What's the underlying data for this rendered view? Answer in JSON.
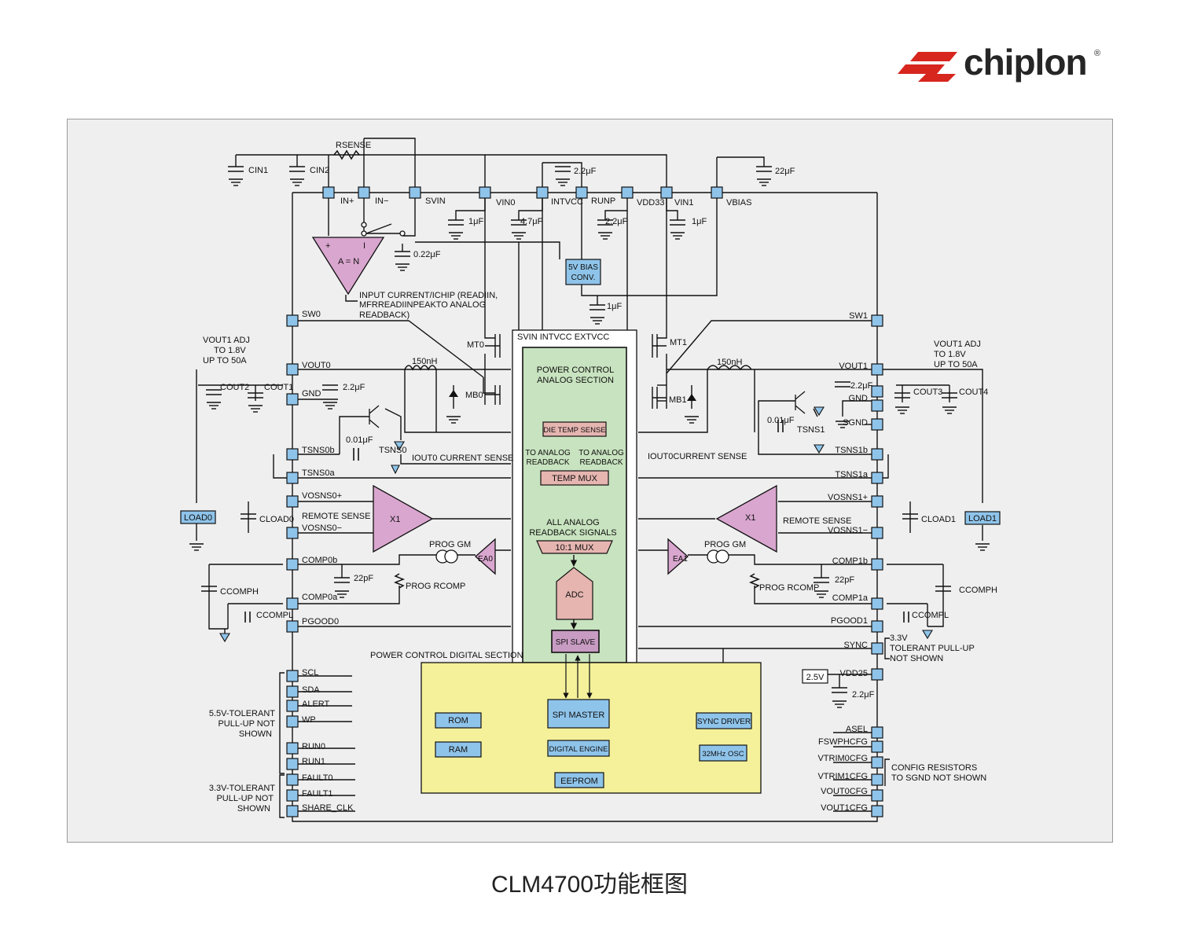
{
  "brand": {
    "name": "chiplon",
    "reg_mark": "®",
    "colors": {
      "red": "#d7261e",
      "dark": "#262626"
    }
  },
  "caption": "CLM4700功能框图",
  "diagram": {
    "colors": {
      "rail": "#111111",
      "pin": "#8fc4ea",
      "opamp": "#d9a6cf",
      "green_section": "#c8e3bf",
      "digital_section": "#f5f19a",
      "pink_box": "#e6b5b0",
      "purple_box": "#c79bc2",
      "blue_box": "#8fc4ea"
    },
    "top_pins": [
      "IN+",
      "IN−",
      "SVIN",
      "VIN0",
      "INTVCC",
      "RUNP",
      "VDD33",
      "VIN1",
      "VBIAS"
    ],
    "left_pins": [
      "SW0",
      "VOUT0",
      "GND",
      "TSNS0b",
      "TSNS0a",
      "VOSNS0+",
      "VOSNS0−",
      "COMP0b",
      "COMP0a",
      "PGOOD0",
      "SCL",
      "SDA",
      "ALERT",
      "WP",
      "RUN0",
      "RUN1",
      "FAULT0",
      "FAULT1",
      "SHARE_CLK"
    ],
    "right_pins": [
      "SW1",
      "VOUT1",
      "GND",
      "SGND",
      "TSNS1b",
      "TSNS1a",
      "VOSNS1+",
      "VOSNS1−",
      "COMP1b",
      "COMP1a",
      "PGOOD1",
      "SYNC",
      "VDD25",
      "ASEL",
      "FSWPHCFG",
      "VTRIM0CFG",
      "VTRIM1CFG",
      "VOUT0CFG",
      "VOUT1CFG"
    ],
    "components": {
      "cin1": "CIN1",
      "cin2": "CIN2",
      "rsense": "RSENSE",
      "c_2p2_top": "2.2μF",
      "c_22_top": "22μF",
      "c_1u_vin0": "1μF",
      "c_4p7": "4.7μF",
      "c_2p2_runp": "2.2μF",
      "c_1u_vin1": "1μF",
      "c_022": "0.22μF",
      "c_1u_bias": "1μF",
      "amp_gain": "A = N",
      "amp_plus": "+",
      "amp_i": "I",
      "bias_conv_l1": "5V BIAS",
      "bias_conv_l2": "CONV.",
      "readback_note_l1": "INPUT CURRENT/ICHIP (READIIN,",
      "readback_note_l2": "MFRREADIINPEAKTO ANALOG",
      "readback_note_l3": "READBACK)",
      "mt0": "MT0",
      "mb0": "MB0",
      "mt1": "MT1",
      "mb1": "MB1",
      "ind0": "150nH",
      "ind1": "150nH",
      "vout_left_l1": "VOUT1 ADJ",
      "vout_left_l2": "TO 1.8V",
      "vout_left_l3": "UP TO 50A",
      "vout_right_l1": "VOUT1 ADJ",
      "vout_right_l2": "TO 1.8V",
      "vout_right_l3": "UP TO 50A",
      "cout1": "COUT1",
      "cout2": "COUT2",
      "cout3": "COUT3",
      "cout4": "COUT4",
      "c_2p2_vout0": "2.2μF",
      "c_2p2_vout1": "2.2μF",
      "c_001_left": "0.01μF",
      "c_001_right": "0.01μF",
      "tsns0": "TSNS0",
      "tsns1": "TSNS1",
      "iout0_sense_left": "IOUT0 CURRENT SENSE",
      "iout0_sense_right": "IOUT0CURRENT SENSE",
      "load0": "LOAD0",
      "load1": "LOAD1",
      "cload0": "CLOAD0",
      "cload1": "CLOAD1",
      "remote_sense_left": "REMOTE SENSE",
      "remote_sense_right": "REMOTE SENSE",
      "x1_left": "X1",
      "x1_right": "X1",
      "ea0": "EA0",
      "ea1": "EA1",
      "prog_gm_left": "PROG GM",
      "prog_gm_right": "PROG GM",
      "prog_rcomp_left": "PROG RCOMP",
      "prog_rcomp_right": "PROG RCOMP",
      "c_22p_left": "22pF",
      "c_22p_right": "22pF",
      "ccomph_left": "CCOMPH",
      "ccompl_left": "CCOMPL",
      "ccomph_right": "CCOMPH",
      "ccompl_right": "CCOMPL",
      "tolerant_33_right_l1": "3.3V",
      "tolerant_33_right_l2": "TOLERANT PULL-UP",
      "tolerant_33_right_l3": "NOT SHOWN",
      "v25": "2.5V",
      "c_2p2_vdd25": "2.2μF",
      "config_note_l1": "CONFIG RESISTORS",
      "config_note_l2": "TO SGND NOT SHOWN",
      "tolerant_55_l1": "5.5V-TOLERANT",
      "tolerant_55_l2": "PULL-UP NOT",
      "tolerant_55_l3": "SHOWN",
      "tolerant_33_l1": "3.3V-TOLERANT",
      "tolerant_33_l2": "PULL-UP NOT",
      "tolerant_33_l3": "SHOWN"
    },
    "core": {
      "supply_labels": "SVIN INTVCC  EXTVCC",
      "analog_title_l1": "POWER CONTROL",
      "analog_title_l2": "ANALOG SECTION",
      "die_temp_sense": "DIE TEMP SENSE",
      "to_analog_left_l1": "TO ANALOG",
      "to_analog_left_l2": "READBACK",
      "to_analog_right_l1": "TO ANALOG",
      "to_analog_right_l2": "READBACK",
      "temp_mux": "TEMP MUX",
      "all_analog_l1": "ALL ANALOG",
      "all_analog_l2": "READBACK SIGNALS",
      "mux_10_1": "10:1 MUX",
      "adc": "ADC",
      "spi_slave": "SPI SLAVE",
      "digital_title": "POWER CONTROL DIGITAL SECTION",
      "rom": "ROM",
      "ram": "RAM",
      "spi_master": "SPI MASTER",
      "digital_engine": "DIGITAL ENGINE",
      "eeprom": "EEPROM",
      "sync_driver": "SYNC DRIVER",
      "osc": "32MHz OSC"
    }
  }
}
